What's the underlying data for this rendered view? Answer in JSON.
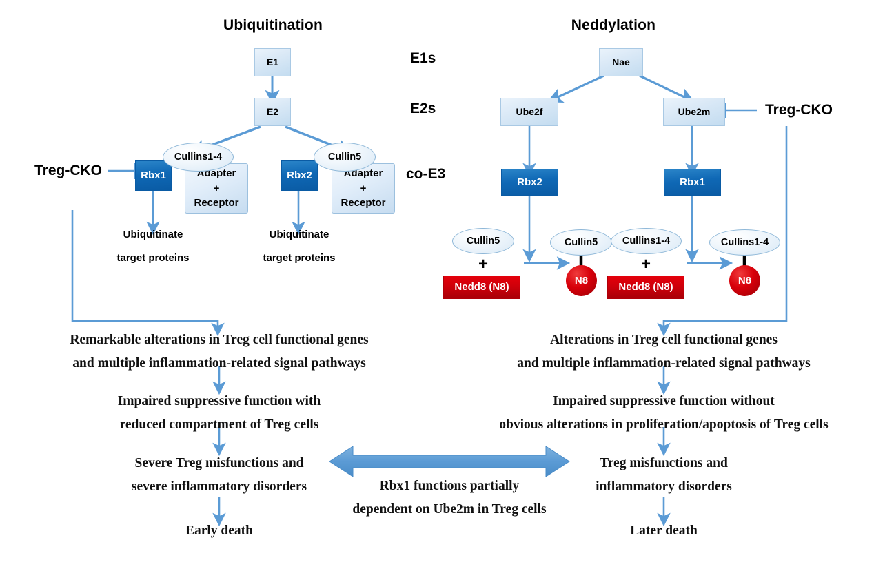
{
  "figure": {
    "title_left": "Ubiquitination",
    "title_right": "Neddylation"
  },
  "stage_labels": {
    "e1s": "E1s",
    "e2s": "E2s",
    "co_e3": "co-E3"
  },
  "colors": {
    "arrow_blue": "#5b9bd5",
    "box_dark_blue": "#0f68b5",
    "box_light_blue": "#dceaf7",
    "nedd8_red": "#d2000a",
    "n8_red": "#c00008",
    "text_black": "#111111",
    "bold_arrow_blue": "#5b9bd5"
  },
  "ubiquitination": {
    "e1": "E1",
    "e2": "E2",
    "treg_cko": "Treg-CKO",
    "branch_left": {
      "rbx": "Rbx1",
      "cullin": "Cullins1-4",
      "adapter_line1": "Adapter",
      "adapter_line2": "+",
      "adapter_line3": "Receptor",
      "effect_line1": "Ubiquitinate",
      "effect_line2": "target proteins"
    },
    "branch_right": {
      "rbx": "Rbx2",
      "cullin": "Cullin5",
      "adapter_line1": "Adapter",
      "adapter_line2": "+",
      "adapter_line3": "Receptor",
      "effect_line1": "Ubiquitinate",
      "effect_line2": "target proteins"
    }
  },
  "neddylation": {
    "nae": "Nae",
    "treg_cko": "Treg-CKO",
    "branch_left": {
      "e2": "Ube2f",
      "rbx": "Rbx2",
      "substrate_cullin": "Cullin5",
      "nedd8": "Nedd8 (N8)",
      "plus": "+",
      "product_cullin": "Cullin5",
      "product_tag": "N8"
    },
    "branch_right": {
      "e2": "Ube2m",
      "rbx": "Rbx1",
      "substrate_cullin": "Cullins1-4",
      "nedd8": "Nedd8 (N8)",
      "plus": "+",
      "product_cullin": "Cullins1-4",
      "product_tag": "N8"
    }
  },
  "outcomes_left": {
    "o1_line1": "Remarkable alterations in Treg cell functional genes",
    "o1_line2": "and multiple inflammation-related signal pathways",
    "o2_line1": "Impaired suppressive function with",
    "o2_line2": "reduced compartment of Treg cells",
    "o3_line1": "Severe Treg misfunctions and",
    "o3_line2": "severe inflammatory disorders",
    "o4": "Early death"
  },
  "outcomes_right": {
    "o1_line1": "Alterations in Treg cell functional genes",
    "o1_line2": "and multiple inflammation-related signal pathways",
    "o2_line1": "Impaired suppressive function without",
    "o2_line2": "obvious alterations in proliferation/apoptosis of Treg cells",
    "o3_line1": "Treg misfunctions and",
    "o3_line2": "inflammatory disorders",
    "o4": "Later death"
  },
  "center_note": {
    "line1": "Rbx1 functions partially",
    "line2": "dependent on Ube2m in Treg cells"
  }
}
